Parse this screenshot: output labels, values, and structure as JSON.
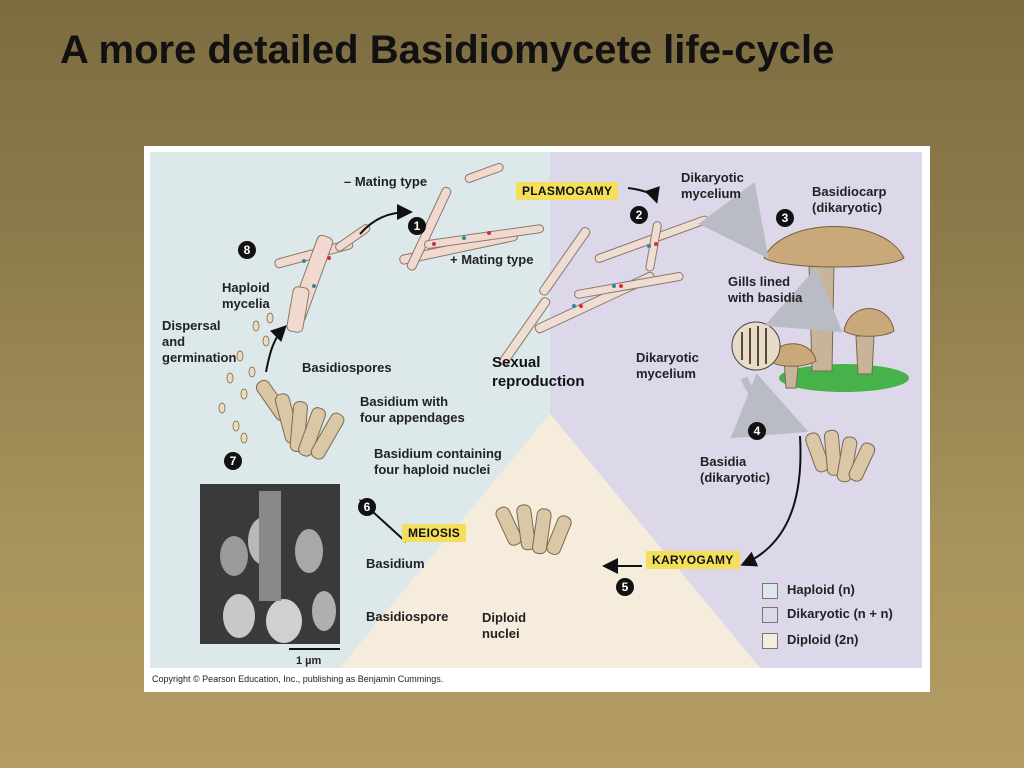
{
  "slide": {
    "title": "A more detailed Basidiomycete life-cycle"
  },
  "figure": {
    "colors": {
      "haploid": "#dde8ea",
      "dikaryotic": "#ddd7ea",
      "diploid": "#f5ecdc",
      "highlight_tag": "#f3df5a",
      "mushroom_cap": "#c9a97a",
      "grass": "#47b24a"
    },
    "labels": {
      "minus_mating_type": "– Mating type",
      "plus_mating_type": "+ Mating type",
      "plasmogamy": "PLASMOGAMY",
      "dikaryotic_mycelium_top": "Dikaryotic\nmycelium",
      "basidiocarp": "Basidiocarp\n(dikaryotic)",
      "gills_lined": "Gills lined\nwith basidia",
      "haploid_mycelia": "Haploid\nmycelia",
      "dispersal": "Dispersal\nand\ngermination",
      "basidiospores": "Basidiospores",
      "sexual_reproduction": "Sexual\nreproduction",
      "dikaryotic_mycelium_mid": "Dikaryotic\nmycelium",
      "basidium_appendages": "Basidium with\nfour appendages",
      "basidium_nuclei": "Basidium containing\nfour haploid nuclei",
      "basidia_dikaryotic": "Basidia\n(dikaryotic)",
      "meiosis": "MEIOSIS",
      "karyogamy": "KARYOGAMY",
      "basidium": "Basidium",
      "basidiospore": "Basidiospore",
      "diploid_nuclei": "Diploid\nnuclei",
      "scale_bar": "1 µm"
    },
    "steps": [
      "1",
      "2",
      "3",
      "4",
      "5",
      "6",
      "7",
      "8"
    ],
    "legend": [
      {
        "label": "Haploid (n)",
        "color": "#dde8ea"
      },
      {
        "label": "Dikaryotic (n + n)",
        "color": "#ddd7ea"
      },
      {
        "label": "Diploid (2n)",
        "color": "#f5ecdc"
      }
    ],
    "copyright": "Copyright © Pearson Education, Inc., publishing as Benjamin Cummings."
  }
}
